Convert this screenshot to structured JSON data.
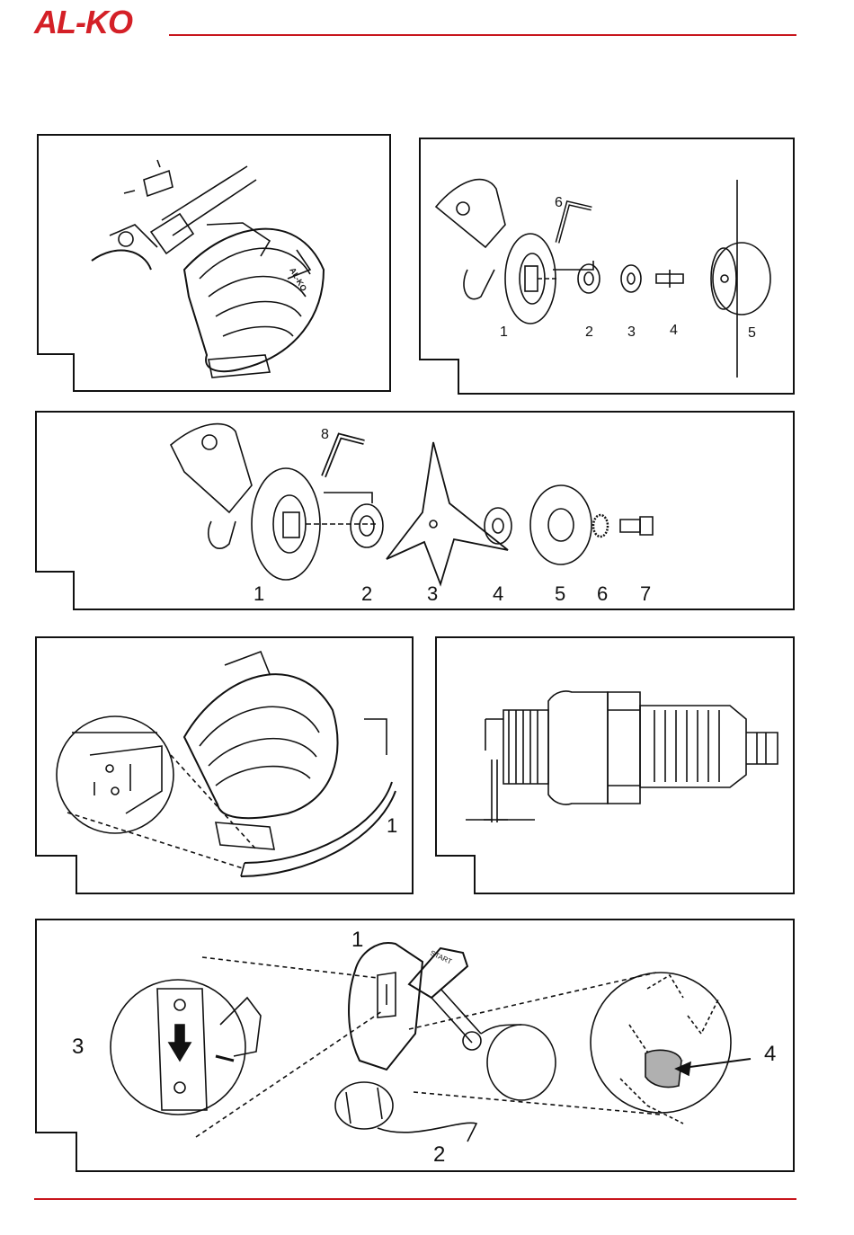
{
  "header": {
    "logo_text": "AL-KO",
    "brand_color": "#d42027"
  },
  "figure2": {
    "callouts": [
      "1",
      "2",
      "3",
      "4",
      "5",
      "6"
    ]
  },
  "figure3": {
    "callouts": [
      "1",
      "2",
      "3",
      "4",
      "5",
      "6",
      "7",
      "8"
    ]
  },
  "figure4": {
    "callouts": [
      "1"
    ]
  },
  "figure6": {
    "callouts": [
      "1",
      "2",
      "3",
      "4"
    ],
    "handle_label": "START"
  }
}
